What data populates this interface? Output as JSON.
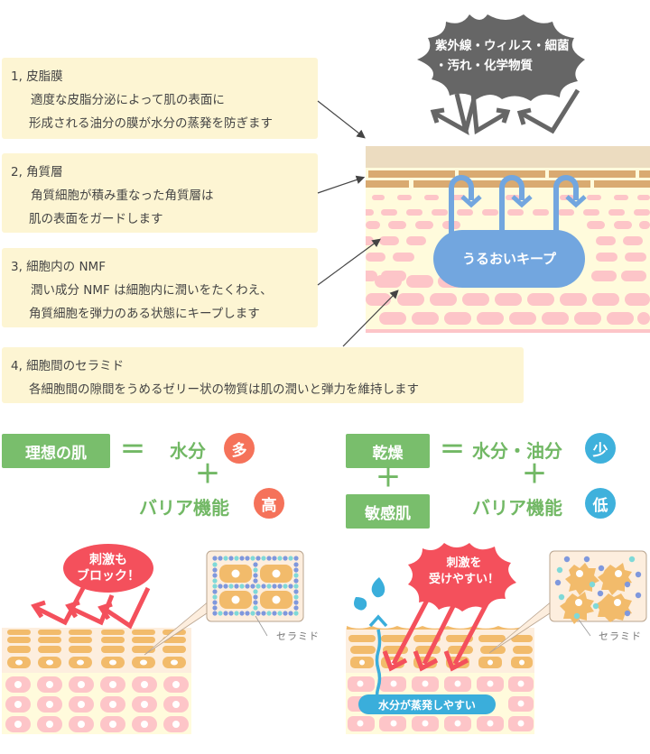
{
  "notes": [
    {
      "head": "1, 皮脂膜",
      "lines": [
        "適度な皮脂分泌によって肌の表面に",
        "形成される油分の膜が水分の蒸発を防ぎます"
      ]
    },
    {
      "head": "2, 角質層",
      "lines": [
        "角質細胞が積み重なった角質層は",
        "肌の表面をガードします"
      ]
    },
    {
      "head": "3, 細胞内の NMF",
      "lines": [
        "潤い成分 NMF は細胞内に潤いをたくわえ、",
        "角質細胞を弾力のある状態にキープします"
      ]
    },
    {
      "head": "4, 細胞間のセラミド",
      "lines": [
        "各細胞間の隙間をうめるゼリー状の物質は肌の潤いと弾力を維持します"
      ]
    }
  ],
  "threat_burst": {
    "line1": "紫外線・ウィルス・細菌",
    "line2": "・汚れ・化学物質"
  },
  "moisture_keep_label": "うるおいキープ",
  "ideal": {
    "box_label": "理想の肌",
    "equals": "＝",
    "item1": "水分",
    "badge1": "多",
    "plus": "＋",
    "item2": "バリア機能",
    "badge2": "高"
  },
  "dry": {
    "box1_label": "乾燥",
    "box_plus": "＋",
    "box2_label": "敏感肌",
    "equals": "＝",
    "item1": "水分・油分",
    "badge1": "少",
    "plus": "＋",
    "item2": "バリア機能",
    "badge2": "低"
  },
  "ideal_illustration": {
    "bubble_line1": "刺激も",
    "bubble_line2": "ブロック！",
    "ceramide_label": "セラミド"
  },
  "dry_illustration": {
    "bubble_line1": "刺激を",
    "bubble_line2": "受けやすい！",
    "ceramide_label": "セラミド",
    "evaporate_label": "水分が蒸発しやすい"
  },
  "colors": {
    "note_bg": "#fdf5d3",
    "green": "#79be6c",
    "red_badge": "#f5725a",
    "blue_badge": "#3fb1dc",
    "burst_gray": "#666666",
    "keep_blue": "#72a6df",
    "alert_red": "#f4505c",
    "evap_blue": "#3aaedb",
    "skin_pink": "#fdc5c8",
    "skin_tan": "#f2bb6b",
    "skin_bg": "#fffbdc"
  }
}
